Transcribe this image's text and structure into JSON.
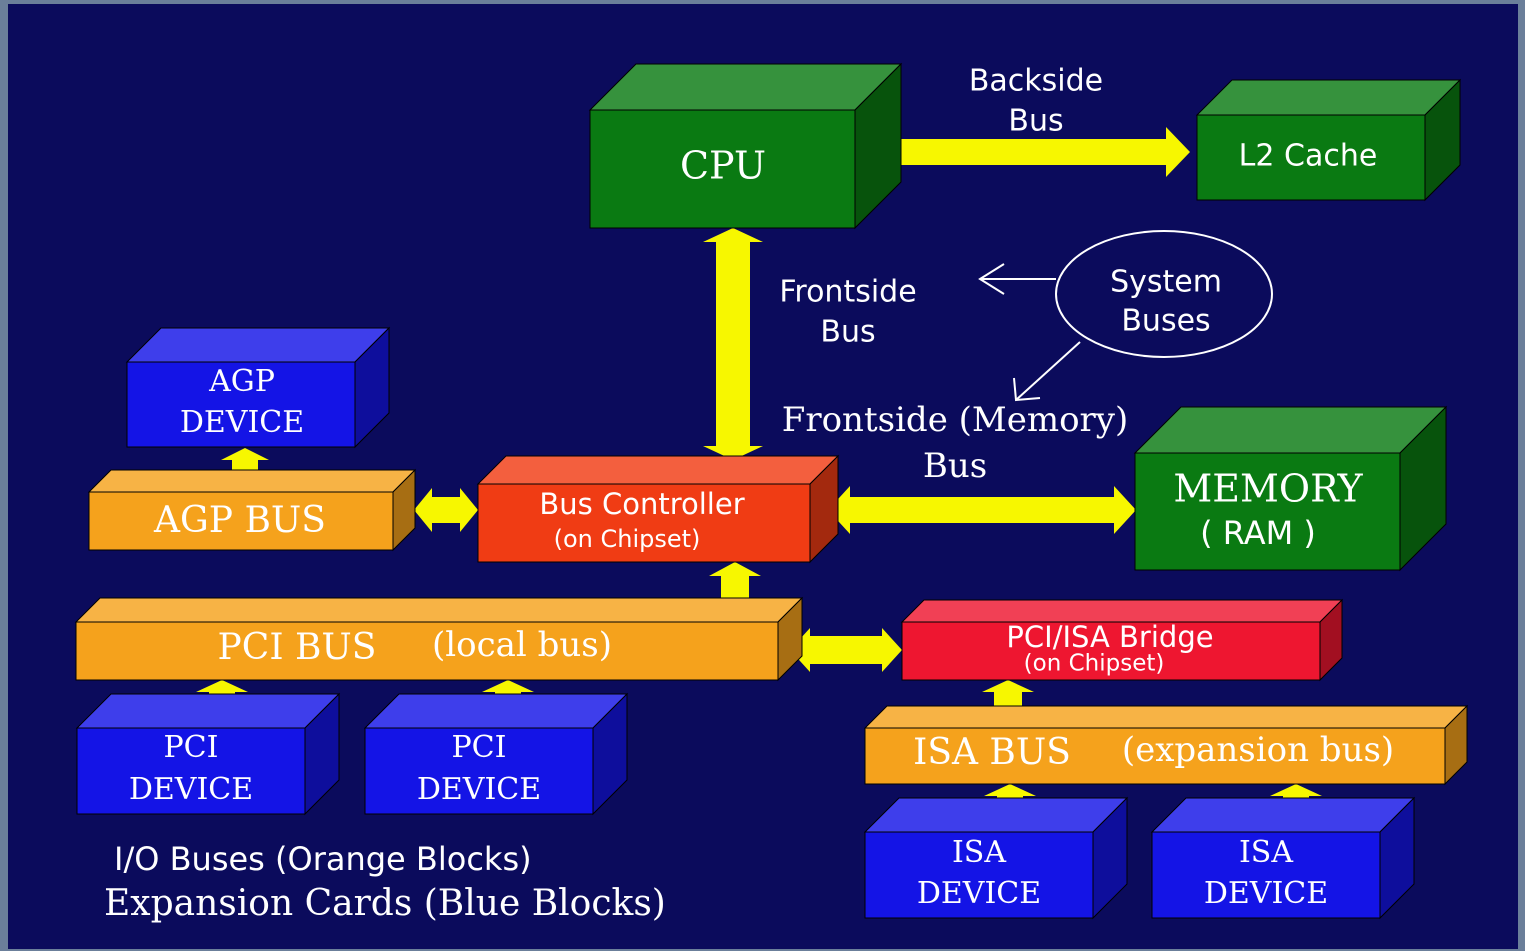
{
  "colors": {
    "background": "#0b0b5c",
    "frame": "#6b7f9a",
    "green_block": "#0a7a12",
    "blue_block": "#1414e6",
    "orange_block": "#f5a21c",
    "controller_block": "#f03c14",
    "bridge_block": "#ee1630",
    "arrow": "#f7f700"
  },
  "blocks": {
    "cpu": [
      "CPU"
    ],
    "l2_cache": [
      "L2 Cache"
    ],
    "memory": [
      "MEMORY",
      "( RAM )"
    ],
    "agp_device": [
      "AGP",
      "DEVICE"
    ],
    "agp_bus": [
      "AGP BUS"
    ],
    "bus_controller": [
      "Bus Controller",
      "(on Chipset)"
    ],
    "pci_bus": [
      "PCI BUS",
      "(local bus)"
    ],
    "pci_isa_bridge": [
      "PCI/ISA Bridge",
      "(on Chipset)"
    ],
    "isa_bus": [
      "ISA BUS",
      "(expansion bus)"
    ],
    "pci_device_1": [
      "PCI",
      "DEVICE"
    ],
    "pci_device_2": [
      "PCI",
      "DEVICE"
    ],
    "isa_device_1": [
      "ISA",
      "DEVICE"
    ],
    "isa_device_2": [
      "ISA",
      "DEVICE"
    ]
  },
  "labels": {
    "backside_bus": [
      "Backside",
      "Bus"
    ],
    "frontside_bus": [
      "Frontside",
      "Bus"
    ],
    "system_buses": [
      "System",
      "Buses"
    ],
    "frontside_memory_bus": [
      "Frontside (Memory)",
      "Bus"
    ]
  },
  "legend": {
    "io_buses": "I/O Buses (Orange Blocks)",
    "expansion_cards": "Expansion Cards (Blue Blocks)"
  }
}
